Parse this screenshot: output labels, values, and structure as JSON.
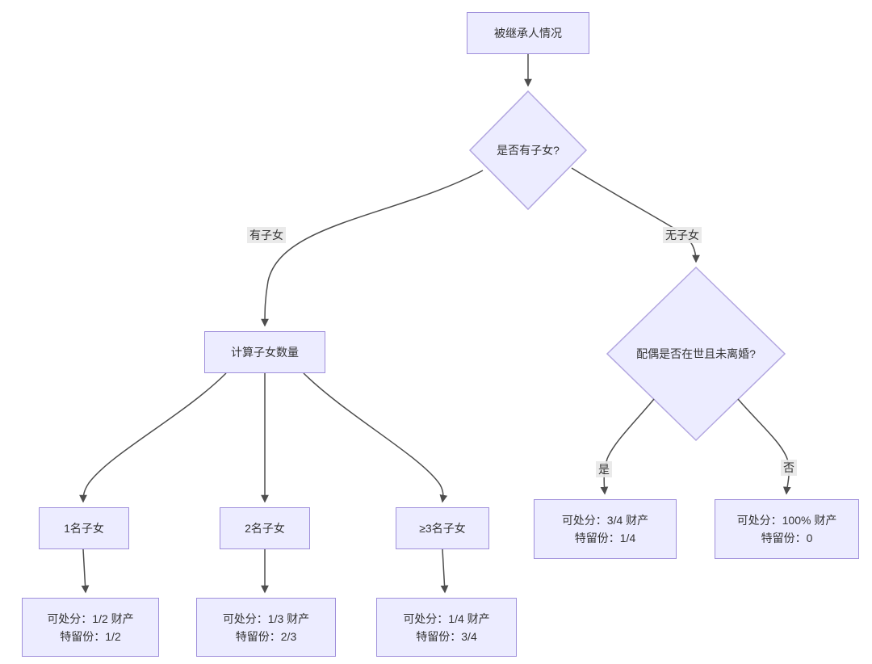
{
  "diagram": {
    "title": "inheritance-decision-flowchart",
    "nodes": {
      "start": {
        "label": "被继承人情况"
      },
      "has_children_q": {
        "label": "是否有子女?"
      },
      "calc_children": {
        "label": "计算子女数量"
      },
      "spouse_q": {
        "label": "配偶是否在世且未离婚?"
      },
      "one_child": {
        "label": "1名子女"
      },
      "two_children": {
        "label": "2名子女"
      },
      "three_plus_children": {
        "label": "≥3名子女"
      },
      "result_one_child": {
        "line1": "可处分：1/2 财产",
        "line2": "特留份：1/2"
      },
      "result_two_children": {
        "line1": "可处分：1/3 财产",
        "line2": "特留份：2/3"
      },
      "result_three_plus": {
        "line1": "可处分：1/4 财产",
        "line2": "特留份：3/4"
      },
      "result_spouse_yes": {
        "line1": "可处分：3/4 财产",
        "line2": "特留份：1/4"
      },
      "result_spouse_no": {
        "line1": "可处分：100% 财产",
        "line2": "特留份：0"
      }
    },
    "edge_labels": {
      "has_children": "有子女",
      "no_children": "无子女",
      "yes": "是",
      "no": "否"
    },
    "colors": {
      "node_fill": "#ECECFF",
      "node_border": "#9370DB",
      "edge_stroke": "#4d4d4d",
      "edge_label_bg": "#e8e8e8",
      "text": "#333333"
    }
  }
}
